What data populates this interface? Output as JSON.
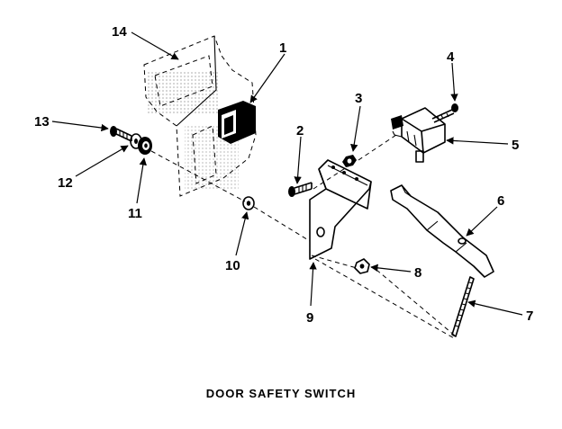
{
  "caption": "DOOR SAFETY SWITCH",
  "callouts": [
    {
      "id": "c1",
      "label": "1"
    },
    {
      "id": "c2",
      "label": "2"
    },
    {
      "id": "c3",
      "label": "3"
    },
    {
      "id": "c4",
      "label": "4"
    },
    {
      "id": "c5",
      "label": "5"
    },
    {
      "id": "c6",
      "label": "6"
    },
    {
      "id": "c7",
      "label": "7"
    },
    {
      "id": "c8",
      "label": "8"
    },
    {
      "id": "c9",
      "label": "9"
    },
    {
      "id": "c10",
      "label": "10"
    },
    {
      "id": "c11",
      "label": "11"
    },
    {
      "id": "c12",
      "label": "12"
    },
    {
      "id": "c13",
      "label": "13"
    },
    {
      "id": "c14",
      "label": "14"
    }
  ]
}
